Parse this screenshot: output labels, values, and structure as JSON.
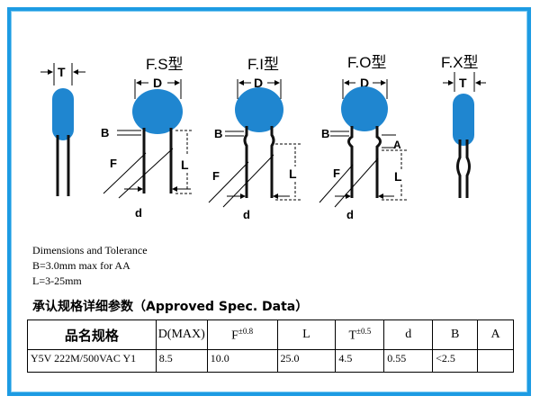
{
  "drawings": {
    "titles": [
      "F.S型",
      "F.I型",
      "F.O型",
      "F.X型"
    ],
    "dimension_labels": {
      "T": "T",
      "D": "D",
      "B": "B",
      "F": "F",
      "L": "L",
      "A": "A",
      "d": "d"
    },
    "body_color": "#1f86d0",
    "lead_color": "#111111"
  },
  "notes": {
    "line1": "Dimensions and Tolerance",
    "line2": "B=3.0mm max for AA",
    "line3": "L=3-25mm"
  },
  "spec_title": "承认规格详细参数（Approved Spec. Data）",
  "table": {
    "headers": {
      "name": "品名规格",
      "d_max": "D(MAX)",
      "f": "F",
      "f_tol": "±0.8",
      "l": "L",
      "t": "T",
      "t_tol": "±0.5",
      "d": "d",
      "b": "B",
      "a": "A"
    },
    "row": {
      "name": "Y5V 222M/500VAC Y1",
      "d_max": "8.5",
      "f": "10.0",
      "l": "25.0",
      "t": "4.5",
      "d": "0.55",
      "b": "<2.5",
      "a": ""
    }
  }
}
